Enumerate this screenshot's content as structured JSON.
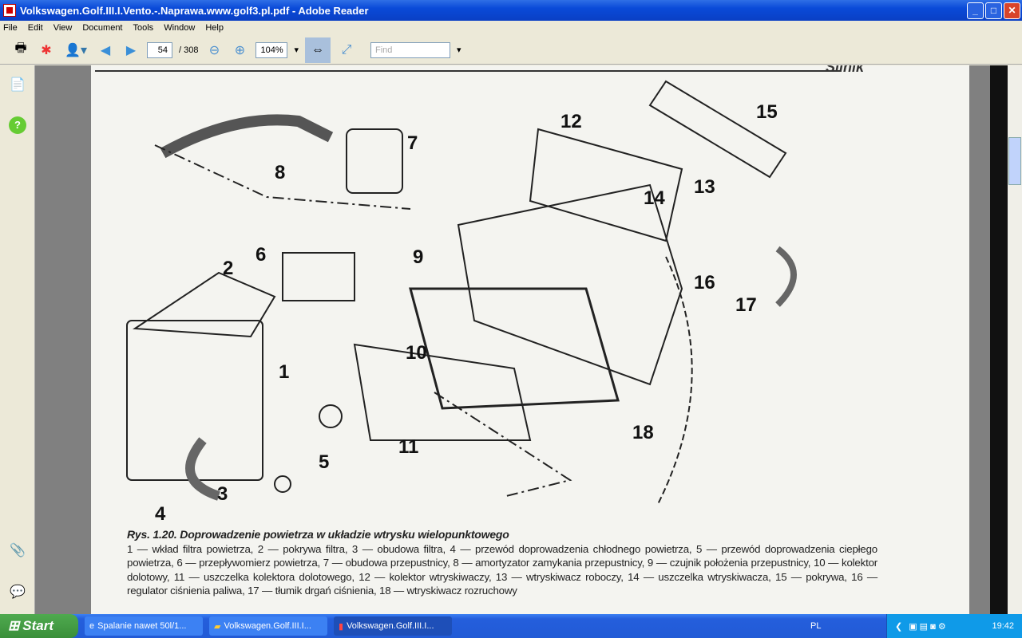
{
  "window": {
    "title": "Volkswagen.Golf.III.I.Vento.-.Naprawa.www.golf3.pl.pdf - Adobe Reader",
    "minimize": "_",
    "maximize": "□",
    "close": "✕"
  },
  "menu": [
    "File",
    "Edit",
    "View",
    "Document",
    "Tools",
    "Window",
    "Help"
  ],
  "toolbar": {
    "page_current": "54",
    "page_total": "/ 308",
    "zoom": "104%",
    "find_placeholder": "Find"
  },
  "page": {
    "header": "Silnik",
    "labels": [
      "1",
      "2",
      "3",
      "4",
      "5",
      "6",
      "7",
      "8",
      "9",
      "10",
      "11",
      "12",
      "13",
      "14",
      "15",
      "16",
      "17",
      "18"
    ],
    "caption_title": "Rys. 1.20. Doprowadzenie powietrza w układzie wtrysku wielopunktowego",
    "caption_text": "1 — wkład filtra powietrza, 2 — pokrywa filtra, 3 — obudowa filtra, 4 — przewód doprowadzenia chłodnego powietrza, 5 — przewód doprowadzenia ciepłego powietrza, 6 — przepływomierz powietrza, 7 — obudowa przepustnicy, 8 — amortyzator zamykania przepustnicy, 9 — czujnik położenia przepustnicy, 10 — kolektor dolotowy, 11 — uszczelka kolektora dolotowego, 12 — kolektor wtryskiwaczy, 13 — wtryskiwacz roboczy, 14 — uszczelka wtryskiwacza, 15 — pokrywa, 16 — regulator ciśnienia paliwa, 17 — tłumik drgań ciśnienia, 18 — wtryskiwacz rozruchowy"
  },
  "taskbar": {
    "start": "Start",
    "tasks": [
      "Spalanie nawet 50l/1...",
      "Volkswagen.Golf.III.I...",
      "Volkswagen.Golf.III.I..."
    ],
    "lang": "PL",
    "clock": "19:42"
  }
}
